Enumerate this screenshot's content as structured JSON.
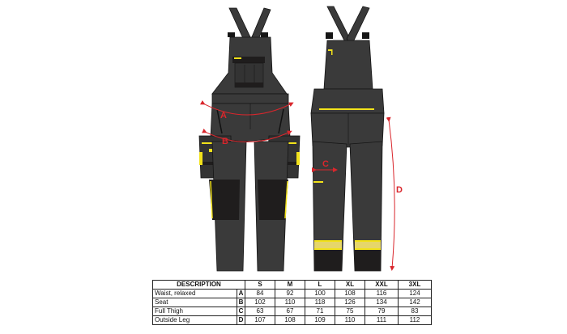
{
  "figure": {
    "front_view": {
      "description": "Front view of dark grey work bib overalls with yellow accents and holster pockets",
      "measure_labels": [
        "A",
        "B"
      ]
    },
    "back_view": {
      "description": "Back view of dark grey work bib overalls with reflective yellow hem bands",
      "measure_labels": [
        "C",
        "D"
      ]
    },
    "colors": {
      "garment_main": "#3a3a3a",
      "garment_dark": "#1f1d1d",
      "accent_yellow": "#f2e21a",
      "measure_red": "#d9262c",
      "outline": "#151515"
    }
  },
  "table": {
    "header": {
      "description": "DESCRIPTION",
      "sizes": [
        "S",
        "M",
        "L",
        "XL",
        "XXL",
        "3XL"
      ]
    },
    "rows": [
      {
        "label": "Waist, relaxed",
        "letter": "A",
        "values": [
          "84",
          "92",
          "100",
          "108",
          "116",
          "124"
        ]
      },
      {
        "label": "Seat",
        "letter": "B",
        "values": [
          "102",
          "110",
          "118",
          "126",
          "134",
          "142"
        ]
      },
      {
        "label": "Full Thigh",
        "letter": "C",
        "values": [
          "63",
          "67",
          "71",
          "75",
          "79",
          "83"
        ]
      },
      {
        "label": "Outside Leg",
        "letter": "D",
        "values": [
          "107",
          "108",
          "109",
          "110",
          "111",
          "112"
        ]
      }
    ]
  }
}
